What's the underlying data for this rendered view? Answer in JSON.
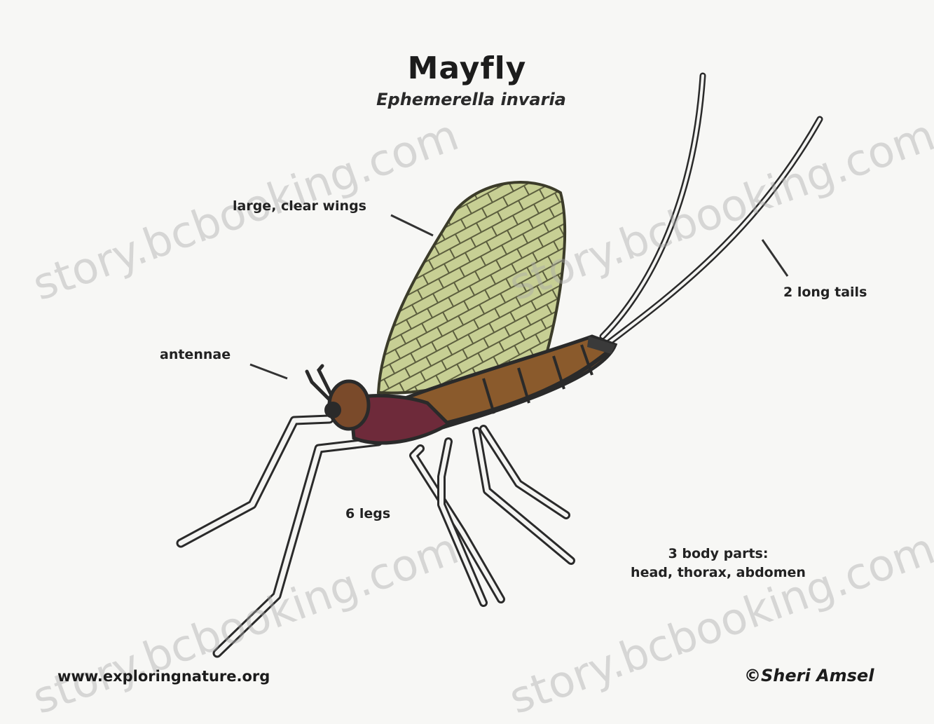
{
  "diagram": {
    "title": "Mayfly",
    "subtitle": "Ephemerella invaria",
    "labels": {
      "wings": "large, clear wings",
      "tails": "2 long tails",
      "antennae": "antennae",
      "legs": "6 legs",
      "body_parts_line1": "3 body parts:",
      "body_parts_line2": "head, thorax, abdomen"
    },
    "footer": {
      "website": "www.exploringnature.org",
      "credit": "©Sheri Amsel"
    },
    "watermark": "story.bcbooking.com",
    "colors": {
      "background": "#f7f7f5",
      "wing_fill": "#c7cf94",
      "wing_veins": "#5c5e3e",
      "thorax": "#6e2a3a",
      "abdomen_brown": "#8a5a2c",
      "leg_outline": "#2a2a2a",
      "leg_fill": "#f4f4f2"
    }
  }
}
